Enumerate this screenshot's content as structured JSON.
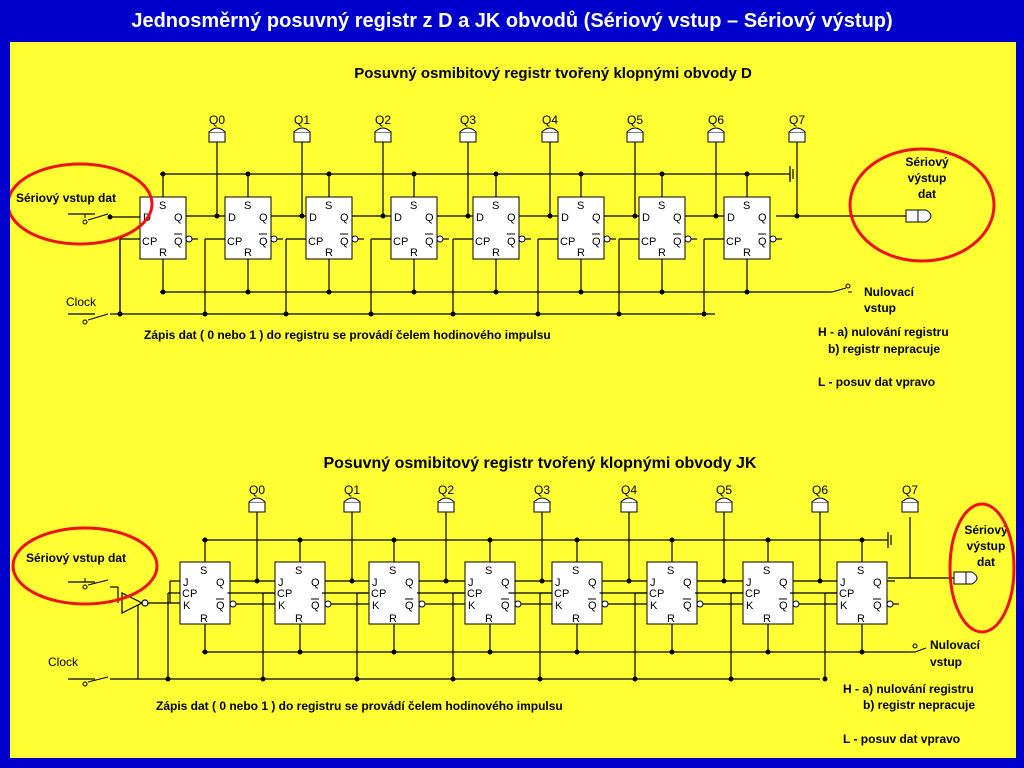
{
  "slide": {
    "title": "Jednosměrný posuvný registr z D a JK obvodů  (Sériový vstup – Sériový výstup)",
    "colors": {
      "background": "#0000cc",
      "panel": "#ffff33",
      "annotation": "#ee1111",
      "wire": "#000000"
    }
  },
  "d_register": {
    "title": "Posuvný osmibitový registr tvořený klopnými obvody D",
    "outputs": [
      "Q0",
      "Q1",
      "Q2",
      "Q3",
      "Q4",
      "Q5",
      "Q6",
      "Q7"
    ],
    "pins": {
      "s": "S",
      "r": "R",
      "d": "D",
      "q": "Q",
      "qn": "Q",
      "cp": "CP"
    },
    "serial_input_label": "Sériový vstup dat",
    "serial_output_label": [
      "Sériový",
      "výstup",
      "dat"
    ],
    "clock_label": "Clock",
    "reset_label": [
      "Nulovací",
      "vstup"
    ],
    "write_note": "Zápis dat ( 0 nebo 1 ) do registru se provádí čelem hodinového impulsu",
    "notes": [
      "H - a) nulování registru",
      "b) registr nepracuje",
      "L - posuv dat vpravo"
    ]
  },
  "jk_register": {
    "title": "Posuvný osmibitový registr tvořený klopnými obvody JK",
    "outputs": [
      "Q0",
      "Q1",
      "Q2",
      "Q3",
      "Q4",
      "Q5",
      "Q6",
      "Q7"
    ],
    "pins": {
      "s": "S",
      "r": "R",
      "j": "J",
      "k": "K",
      "q": "Q",
      "qn": "Q",
      "cp": "CP"
    },
    "serial_input_label": "Sériový vstup dat",
    "serial_output_label": [
      "Sériový",
      "výstup",
      "dat"
    ],
    "clock_label": "Clock",
    "reset_label": [
      "Nulovací",
      "vstup"
    ],
    "write_note": "Zápis dat ( 0 nebo 1 ) do registru se provádí čelem hodinového impulsu",
    "notes": [
      "H - a) nulování registru",
      "b) registr nepracuje",
      "L - posuv dat vpravo"
    ]
  }
}
